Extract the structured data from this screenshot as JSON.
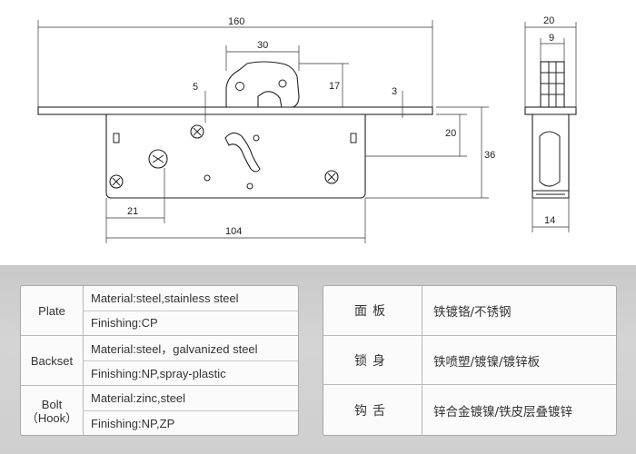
{
  "drawing": {
    "dims": {
      "faceplate_length": "160",
      "bolt_width": "30",
      "bolt_offset_v": "5",
      "bolt_height": "17",
      "plate_thickness": "3",
      "case_upper_height": "20",
      "case_height": "36",
      "backset": "21",
      "case_length": "104",
      "side_total_width": "20",
      "side_bolt_width": "9",
      "side_case_width": "14"
    }
  },
  "spec_en": {
    "rows": [
      {
        "category": "Plate",
        "values": [
          "Material:steel,stainless steel",
          "Finishing:CP"
        ]
      },
      {
        "category": "Backset",
        "values": [
          "Material:steel，galvanized steel",
          "Finishing:NP,spray-plastic"
        ]
      },
      {
        "category": "Bolt",
        "category_sub": "（Hook）",
        "values": [
          "Material:zinc,steel",
          "Finishing:NP,ZP"
        ]
      }
    ]
  },
  "spec_cn": {
    "rows": [
      {
        "category": "面板",
        "value": "铁镀铬/不锈钢"
      },
      {
        "category": "锁身",
        "value": "铁喷塑/镀镍/镀锌板"
      },
      {
        "category": "钩舌",
        "value": "锌合金镀镍/铁皮层叠镀锌"
      }
    ]
  }
}
